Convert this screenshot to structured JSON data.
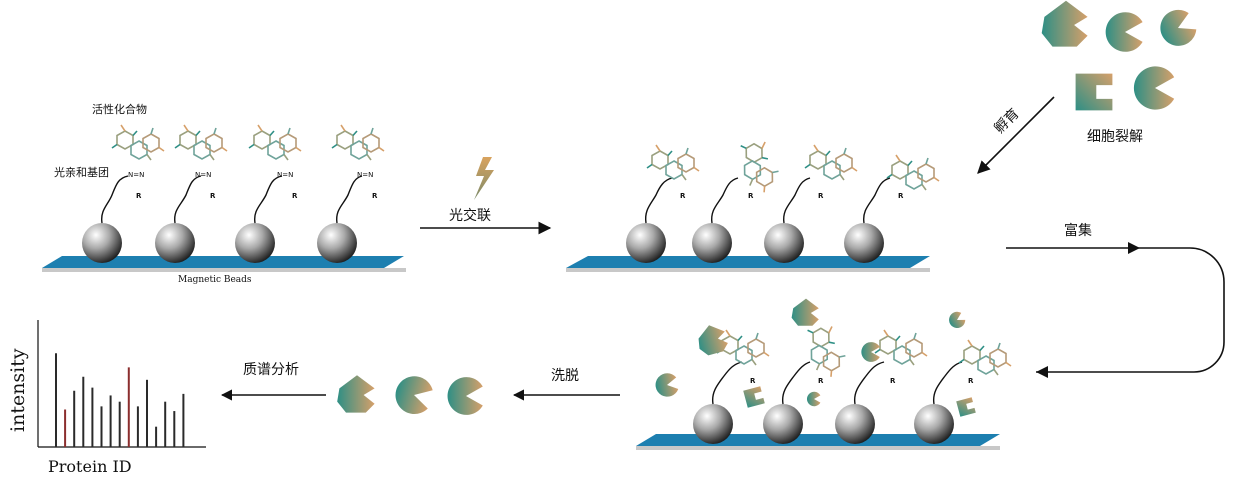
{
  "labels": {
    "active_compound": "活性化合物",
    "photoaffinity_group": "光亲和基团",
    "magnetic_beads": "Magnetic Beads",
    "photo_crosslink": "光交联",
    "incubation": "孵育",
    "cell_lysis": "细胞裂解",
    "enrichment": "富集",
    "elution": "洗脱",
    "ms_analysis": "质谱分析",
    "r_group": "R",
    "diazirine": "N=N"
  },
  "chart_data": {
    "type": "bar",
    "title": "",
    "xlabel": "Protein ID",
    "ylabel": "intensity",
    "values": [
      6,
      2.4,
      3.6,
      4.5,
      3.8,
      2.6,
      3.3,
      2.9,
      5.1,
      2.6,
      4.3,
      1.3,
      2.9,
      2.3,
      3.4
    ],
    "highlight_indices": [
      1,
      8
    ],
    "ylim": [
      0,
      8
    ]
  },
  "colors": {
    "surface_blue": "#1d7fb0",
    "surface_grey": "#c8c8c8",
    "protein_teal": "#2e8f85",
    "protein_tan": "#d6a06a",
    "bolt": "#d1a35c",
    "bar_dark": "#2a2a2a",
    "bar_highlight": "#8b2e2e"
  }
}
